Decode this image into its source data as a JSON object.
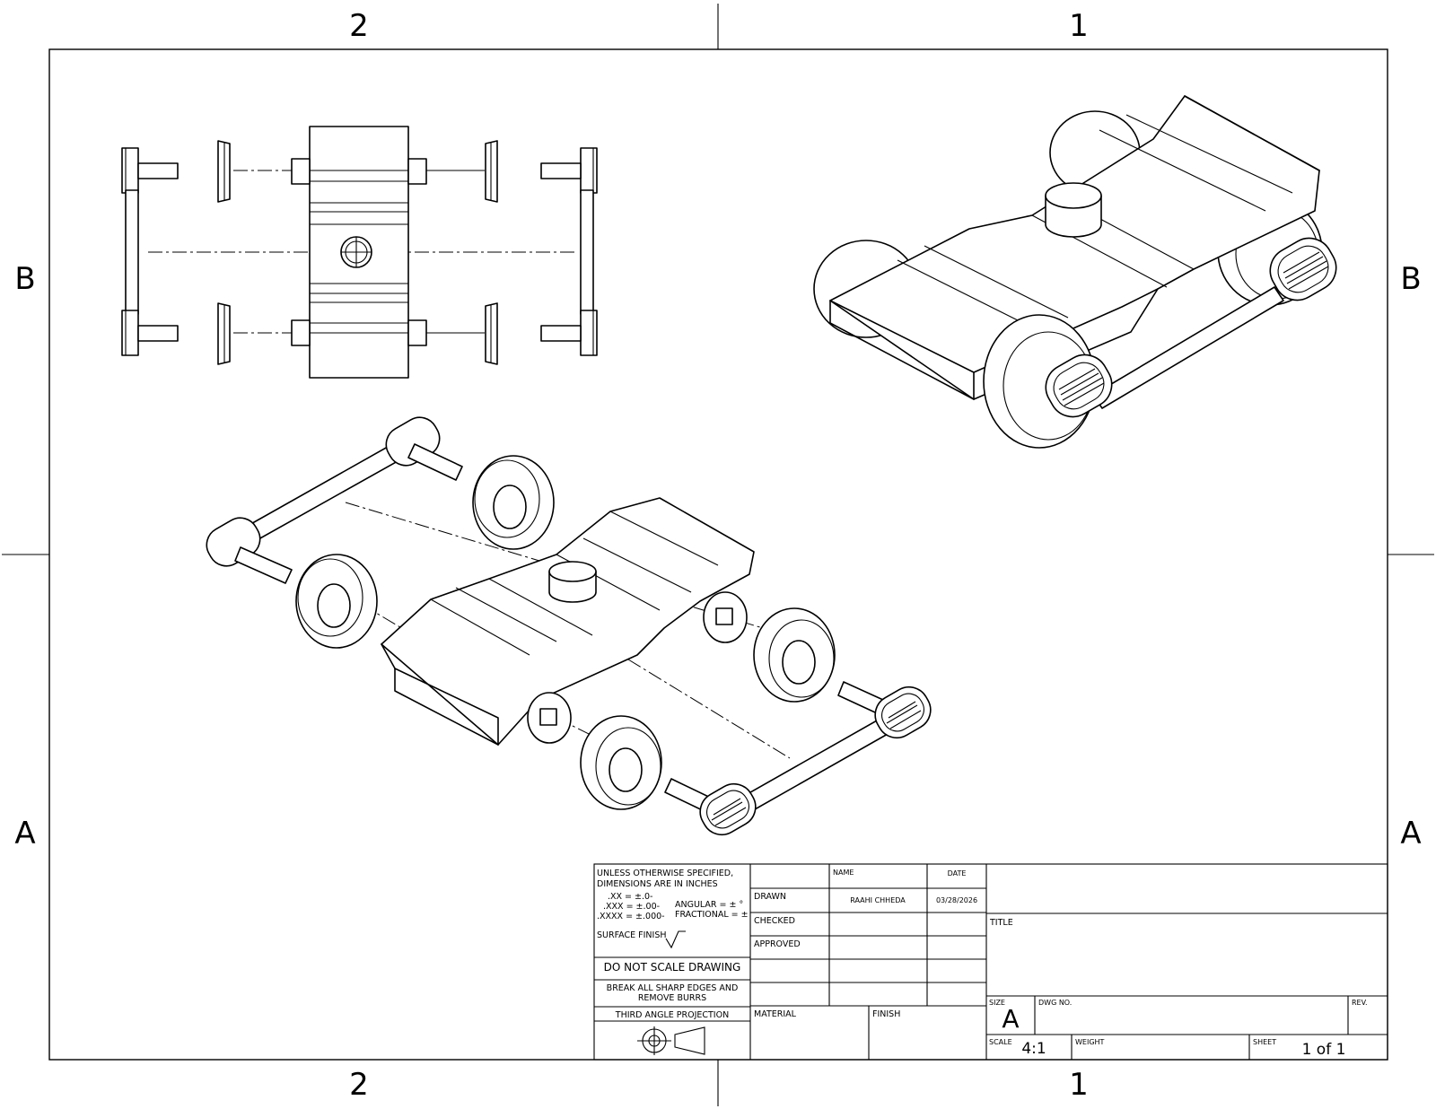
{
  "zones": {
    "top": [
      "2",
      "1"
    ],
    "bottom": [
      "2",
      "1"
    ],
    "left": [
      "B",
      "A"
    ],
    "right": [
      "B",
      "A"
    ]
  },
  "title_block": {
    "notes": {
      "line1": "UNLESS OTHERWISE SPECIFIED,",
      "line2": "DIMENSIONS ARE IN INCHES",
      "tol_xx": ".XX = ±.0-",
      "tol_xxx": ".XXX = ±.00-",
      "tol_xxxx": ".XXXX = ±.000-",
      "angular": "ANGULAR = ± °",
      "fractional": "FRACTIONAL = ±",
      "surface_finish": "SURFACE FINISH"
    },
    "do_not_scale": "DO NOT SCALE DRAWING",
    "break_edges_1": "BREAK ALL SHARP EDGES AND",
    "break_edges_2": "REMOVE BURRS",
    "projection": "THIRD ANGLE PROJECTION",
    "headers": {
      "name": "NAME",
      "date": "DATE"
    },
    "rows": {
      "drawn": "DRAWN",
      "checked": "CHECKED",
      "approved": "APPROVED"
    },
    "drawn_by": "RAAHI CHHEDA",
    "drawn_date": "03/28/2026",
    "material_label": "MATERIAL",
    "finish_label": "FINISH",
    "title_label": "TITLE",
    "size_label": "SIZE",
    "size_value": "A",
    "dwg_no_label": "DWG NO.",
    "rev_label": "REV.",
    "scale_label": "SCALE",
    "scale_value": "4:1",
    "weight_label": "WEIGHT",
    "sheet_label": "SHEET",
    "sheet_value": "1 of 1"
  }
}
